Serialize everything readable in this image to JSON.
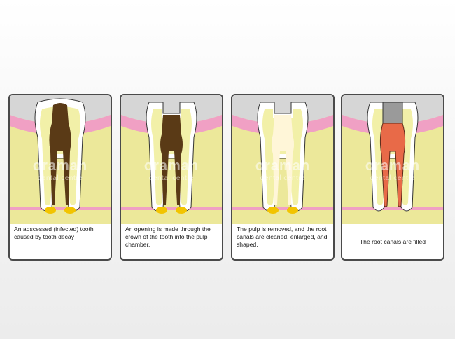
{
  "steps": [
    {
      "caption": "An abscessed (infected) tooth caused by tooth decay"
    },
    {
      "caption": "An opening is made through the crown of the tooth into the pulp chamber."
    },
    {
      "caption": "The pulp is removed, and the root canals are cleaned, enlarged, and shaped."
    },
    {
      "caption": "The root canals are filled"
    }
  ],
  "watermark": {
    "main": "oraman",
    "sub": "dental centre"
  },
  "colors": {
    "bone": "#ece89a",
    "gum": "#f0a0c4",
    "enamel": "#ffffff",
    "dentin": "#f2f0a8",
    "decay_pulp": "#5a3a16",
    "healthy_pulp": "#fff6d8",
    "filling": "#e86a48",
    "crown_filling": "#9a9a9a",
    "abscess": "#f2c400",
    "gray_bg": "#d6d6d6"
  }
}
